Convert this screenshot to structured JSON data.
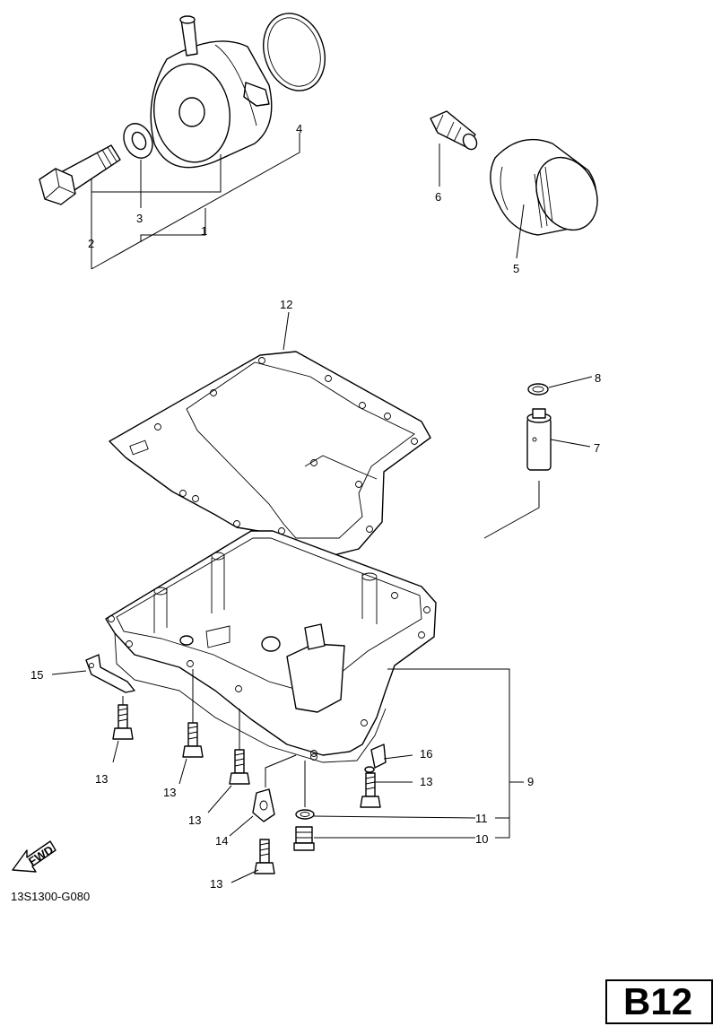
{
  "diagram_code": "13S1300-G080",
  "page_badge": "B12",
  "fwd_label": "FWD",
  "callouts": {
    "c1": "1",
    "c2": "2",
    "c3": "3",
    "c4": "4",
    "c5": "5",
    "c6": "6",
    "c7": "7",
    "c8": "8",
    "c9": "9",
    "c10": "10",
    "c11": "11",
    "c12": "12",
    "c13a": "13",
    "c13b": "13",
    "c13c": "13",
    "c13d": "13",
    "c13e": "13",
    "c14": "14",
    "c15": "15",
    "c16": "16"
  }
}
